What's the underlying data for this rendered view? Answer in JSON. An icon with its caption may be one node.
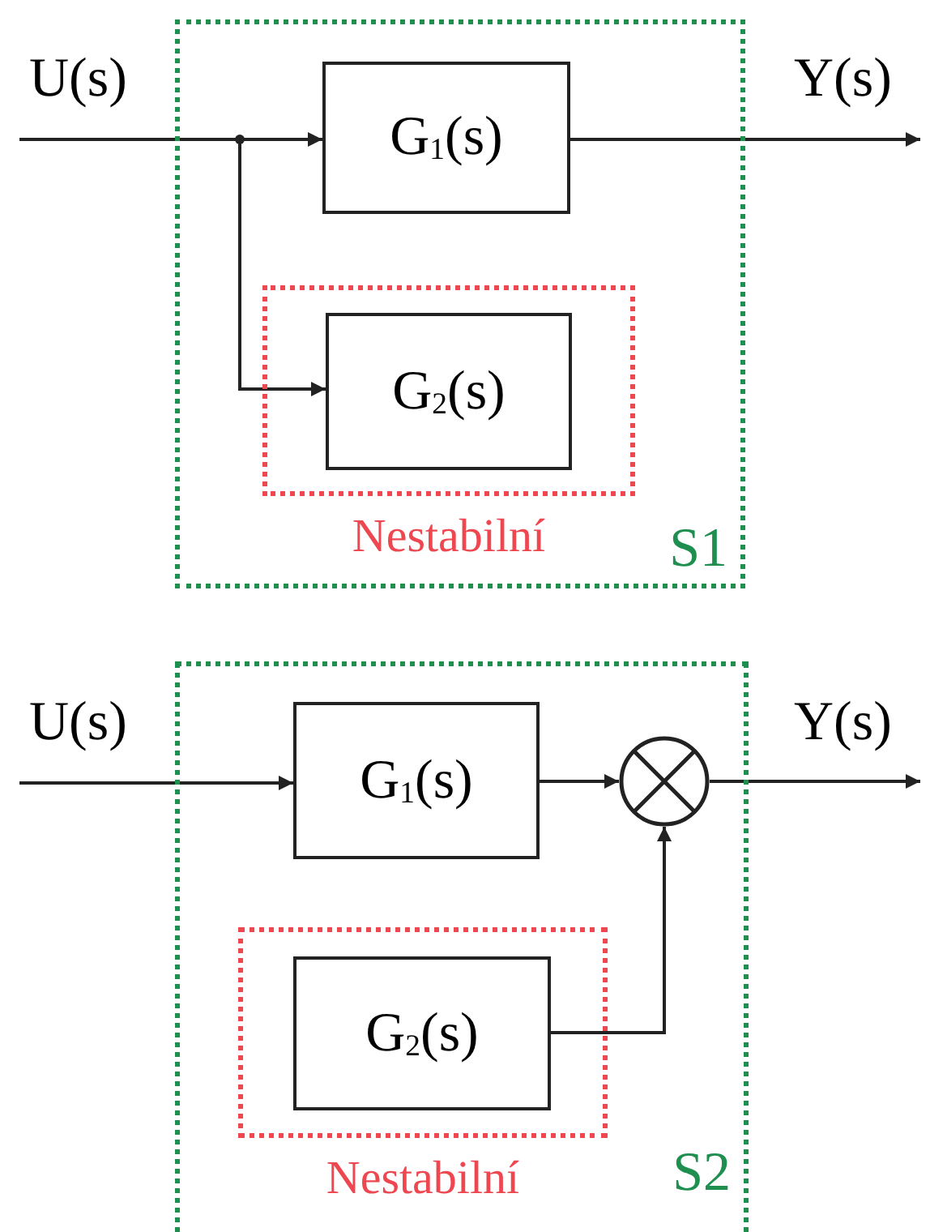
{
  "diagram": {
    "nodes": [
      {
        "text": [
          "S1"
        ]
      },
      {
        "text": [
          "Nestabilní"
        ],
        "in": 0
      },
      {
        "text": [
          "G$_{1}$(s)"
        ],
        "in": 0
      },
      {
        "text": [
          "G$_{2}$(s)"
        ],
        "in": 1
      },
      {
        "text": [
          "S2"
        ]
      },
      {
        "text": [
          "Nestabilní"
        ],
        "in": 4
      },
      {
        "text": [
          "G$_{1}$(s)"
        ],
        "in": 4
      },
      {
        "text": [
          "G$_{2}$(s)"
        ],
        "in": 5
      },
      {
        "text": [],
        "shape": "circle",
        "in": 4
      }
    ],
    "edges": [
      {
        "from": null,
        "to": 2,
        "arrow": "to",
        "label": "U(s)"
      },
      {
        "from": null,
        "to": 3,
        "arrow": "to"
      },
      {
        "from": 2,
        "to": null,
        "arrow": "to",
        "label": "Y(s)"
      },
      {
        "from": null,
        "to": 6,
        "arrow": "to",
        "label": "U(s)"
      },
      {
        "from": 6,
        "to": 8,
        "arrow": "to"
      },
      {
        "from": 7,
        "to": 8,
        "arrow": "to"
      },
      {
        "from": 8,
        "to": null,
        "arrow": "to",
        "label": "Y(s)"
      }
    ]
  }
}
